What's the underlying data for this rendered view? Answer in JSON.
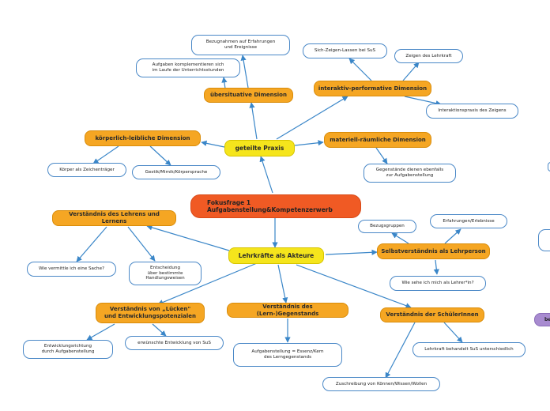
{
  "central": "Fokusfrage 1\nAufgabenstellung&Kompetenzerwerb",
  "hubs": {
    "praxis": "geteilte Praxis",
    "akteure": "Lehrkräfte als Akteure"
  },
  "dimensions": {
    "uebersituativ": "übersituative Dimension",
    "interaktiv": "interaktiv-performative Dimension",
    "koerperlich": "körperlich-leibliche Dimension",
    "materiell": "materiell-räumliche Dimension"
  },
  "leaves": {
    "bezugnahmen": "Bezugnahmen auf Erfahrungen\nund Ereignisse",
    "aufgaben_komplementieren": "Aufgaben komplementieren sich\nim Laufe der Unterrichtsstunden",
    "sich_zeigen": "Sich-Zeigen-Lassen bei SuS",
    "zeigen_lehrkraft": "Zeigen des Lehrkraft",
    "interaktionspraxis": "Interaktionspraxis des Zeigens",
    "koerper": "Körper als Zeichenträger",
    "gestik": "Gestik/Mimik/Körpersprache",
    "gegenstaende": "Gegenstände dienen ebenfalls\nzur Aufgabenstellung"
  },
  "akteure_branches": {
    "verstaendnis_lehren": "Verständnis des Lehrens und Lernens",
    "wie_vermittle": "Wie vermittle ich eine Sache?",
    "entscheidung": "Entscheidung\nüber bestimmte\nHandlungsweisen",
    "selbstverstaendnis": "Selbstverständnis als Lehrperson",
    "bezugsgruppen": "Bezugsgruppen",
    "erfahrungen": "Erfahrungen/Erlebnisse",
    "wie_sehe": "Wie sehe ich mich als Lehrer*in?",
    "luecken": "Verständnis von „Lücken\"\nund Entwicklungspotenzialen",
    "entwicklungsrichtung": "Entwicklungsrichtung\ndurch Aufgabenstellung",
    "erwuenschte": "erwünschte Entwicklung von SuS",
    "lerngegenstand": "Verständnis des (Lern-)Gegenstands",
    "essenz": "Aufgabenstellung = Essenz/Kern\ndes Lerngegenstands",
    "schuelerinnen": "Verständnis der SchülerInnen",
    "lehrkraft_behandelt": "Lehrkraft behandelt SuS unterschiedlich",
    "zuschreibung": "Zuschreibung von Können/Wissen/Wollen"
  },
  "partial_right": {
    "label": "be"
  },
  "colors": {
    "edge": "#3a86c8",
    "main_fill": "#f5a623",
    "hub_fill": "#f5e51c",
    "center_fill": "#f05a24",
    "leaf_border": "#4a88c7",
    "partial_fill": "#a88bd0"
  }
}
